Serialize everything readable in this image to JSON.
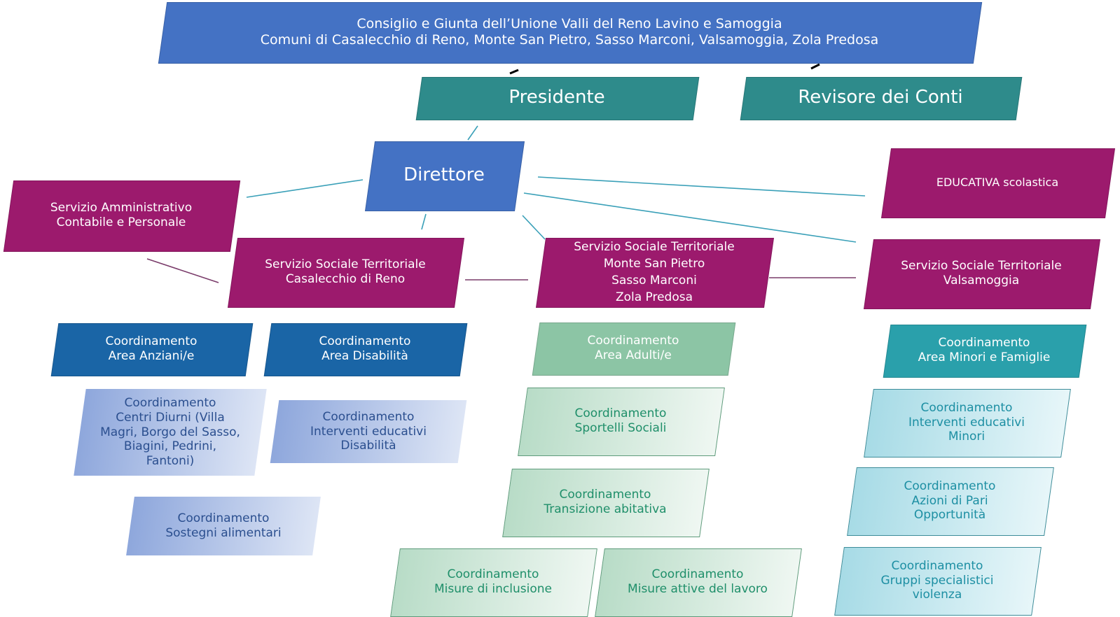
{
  "council": {
    "line1": "Consiglio e Giunta dell’Unione Valli del Reno Lavino e Samoggia",
    "line2": "Comuni di Casalecchio di Reno, Monte San Pietro, Sasso Marconi, Valsamoggia, Zola Predosa"
  },
  "presidente": {
    "label": "Presidente"
  },
  "revisore": {
    "label": "Revisore dei Conti"
  },
  "direttore": {
    "label": "Direttore"
  },
  "educativa": {
    "label": "EDUCATIVA scolastica"
  },
  "amministrativo": {
    "line1": "Servizio Amministrativo",
    "line2": "Contabile e Personale"
  },
  "sst_casalecchio": {
    "line1": "Servizio Sociale Territoriale",
    "line2": "Casalecchio di Reno"
  },
  "sst_monte": {
    "line1": "Servizio Sociale Territoriale",
    "line2": "Monte San Pietro",
    "line3": "Sasso Marconi",
    "line4": "Zola Predosa"
  },
  "sst_valsamoggia": {
    "line1": "Servizio Sociale Territoriale",
    "line2": "Valsamoggia"
  },
  "coord_anziani": {
    "line1": "Coordinamento",
    "line2": "Area Anziani/e"
  },
  "coord_disabilita": {
    "line1": "Coordinamento",
    "line2": "Area Disabilità"
  },
  "coord_adulti": {
    "line1": "Coordinamento",
    "line2": "Area Adulti/e"
  },
  "coord_minori": {
    "line1": "Coordinamento",
    "line2": "Area Minori e Famiglie"
  },
  "centri_diurni": {
    "line1": "Coordinamento",
    "line2": "Centri Diurni (Villa",
    "line3": "Magri, Borgo del Sasso,",
    "line4": "Biagini, Pedrini,",
    "line5": "Fantoni)"
  },
  "interventi_disabilita": {
    "line1": "Coordinamento",
    "line2": "Interventi educativi",
    "line3": "Disabilità"
  },
  "sostegni_alimentari": {
    "line1": "Coordinamento",
    "line2": "Sostegni alimentari"
  },
  "sportelli_sociali": {
    "line1": "Coordinamento",
    "line2": "Sportelli Sociali"
  },
  "transizione_abitativa": {
    "line1": "Coordinamento",
    "line2": "Transizione abitativa"
  },
  "misure_inclusione": {
    "line1": "Coordinamento",
    "line2": "Misure di inclusione"
  },
  "misure_lavoro": {
    "line1": "Coordinamento",
    "line2": "Misure attive del lavoro"
  },
  "interventi_minori": {
    "line1": "Coordinamento",
    "line2": "Interventi educativi",
    "line3": "Minori"
  },
  "pari_opportunita": {
    "line1": "Coordinamento",
    "line2": "Azioni di Pari",
    "line3": "Opportunità"
  },
  "gruppi_violenza": {
    "line1": "Coordinamento",
    "line2": "Gruppi specialistici",
    "line3": "violenza"
  },
  "colors": {
    "council_blue": "#4472c4",
    "teal": "#2e8b8b",
    "magenta": "#9c1a6d",
    "navy": "#1a65a6",
    "aqua": "#2aa0ab"
  }
}
